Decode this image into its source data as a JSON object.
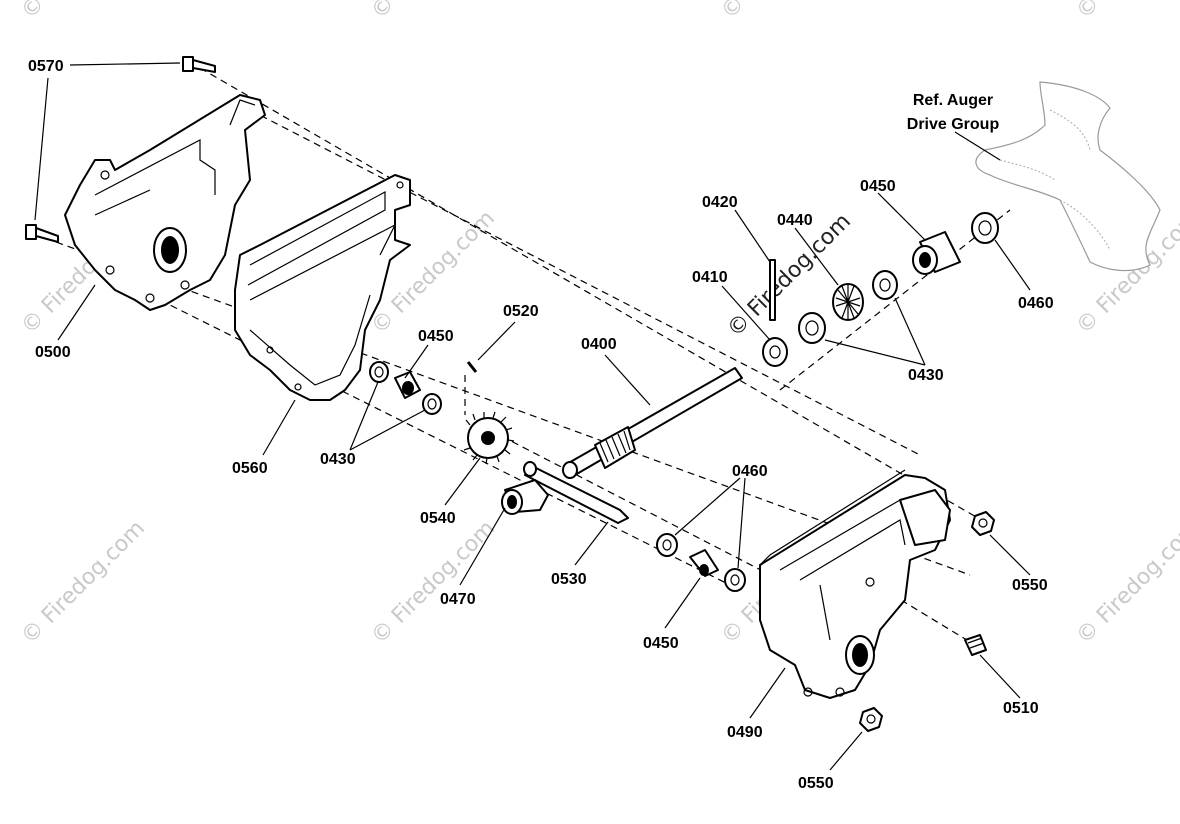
{
  "diagram": {
    "part_labels": {
      "p0570": "0570",
      "p0500": "0500",
      "p0560": "0560",
      "p0450a": "0450",
      "p0520": "0520",
      "p0430a": "0430",
      "p0540": "0540",
      "p0400": "0400",
      "p0470": "0470",
      "p0530": "0530",
      "p0420": "0420",
      "p0410": "0410",
      "p0440": "0440",
      "p0450b": "0450",
      "p0460a": "0460",
      "p0430b": "0430",
      "p0460b": "0460",
      "p0450c": "0450",
      "p0550a": "0550",
      "p0510": "0510",
      "p0490": "0490",
      "p0550b": "0550"
    },
    "reference_note": {
      "line1": "Ref. Auger",
      "line2": "Drive Group"
    },
    "watermark": "© Firedog.com"
  },
  "colors": {
    "line": "#000000",
    "watermark": "#c9c9c9",
    "ghost": "#999999"
  }
}
